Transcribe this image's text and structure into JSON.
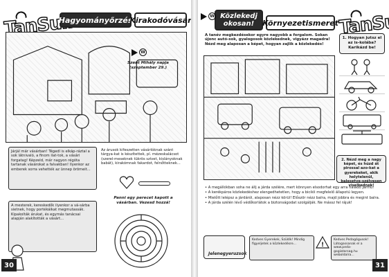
{
  "left": {
    "logo": "TanSuli",
    "tab_dark": "Hagyományőrzés",
    "tab_light": "Kirakodóvásár",
    "arrow_w": "W",
    "speech_note": "Szent Mihály napja (szeptember 29.)",
    "text_top": "Járjál már vásárban! Tégedl is elkáp-ráztal a sok látnivaló, a finom ilat-tok, a vásári forgatag! Képzeld, már nagyon régóta tartanak vásárokat a falvakban! Ilyenkor az emberek sorra vehették az ünnep örömeit...",
    "text_mid": "Az árusok kifeszetten vásárlóknak szánt tárgya-kat is készítettek, pl. mézeskalácsot (szerel-meseknek tükrös szívet, kislányoknak babát), kirakómnak fakardot, felnőtteknek...",
    "text_bottom": "A mesterek, kereskedők ilyenkor a vá-sárba sietnek, hogy portékáikat megmutassák. Kipakolták árukat, és egymás tanácsai alapján alakították a vásárt...",
    "caption_maze": "Panni egy perecet kapott a vásárban. Vezesd hozzá!",
    "page_number": "30"
  },
  "right": {
    "logo": "TanSuli",
    "tab_dark": "Közlekedj okosan!",
    "tab_light": "Környezetismeret",
    "arrow_w": "W",
    "intro": "A tanév megkezdésekor egyre nagyobb a forgalom. Sokan újonc autó-sok, gyalogosok közlekednek, vigyázz magadra! Nézd meg alaposan a képet, hogyan zajlik a közlekedés!",
    "q1": "1. Hogyan jutsz el az is-kolába? Karikázd be!",
    "q2": "2. Nézd meg a nagy képet, és húzd át pirossal azo-kat a gyerekeket, akik helytelenül, balesetve-szélyesen viselkednek!",
    "bullets": [
      "A megállókban soha ne állj a járda szélére, mert könnyen elsodorhat egy arra haladó jármű!",
      "A kerékpáros közlekedéshez elengedhetetlen, hogy a bicikli megfelelő állapotú legyen.",
      "Mielőtt lelépsz a járdáról, alaposan nézz körül! Először nézz balra, majd jobbra és megint balra.",
      "A járda szélén lévő védőkorlátok a biztonságodat szolgálják. Ne mássz fel rájuk!"
    ],
    "footer_left": "Jelenegyeruzsok",
    "footer_mid": "Kedves Gyerekek, Szülők! Mindig figyeljetek a közlekedésre...",
    "footer_right": "Kedves Pedagógusok! Látogassanak el a www.peda-gogiatarsag.hu weboldalra...",
    "page_number": "31"
  }
}
